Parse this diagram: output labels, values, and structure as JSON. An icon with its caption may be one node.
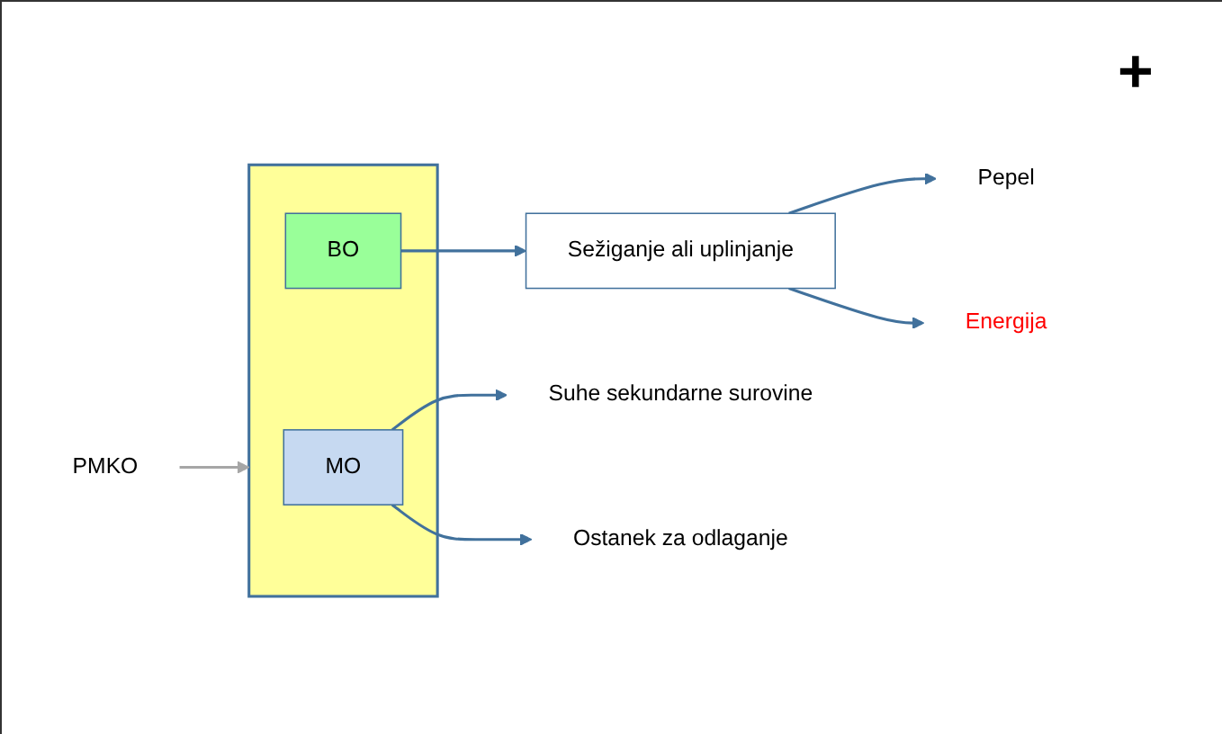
{
  "diagram": {
    "nodes": [
      {
        "text": [
          "PMKO"
        ]
      },
      {
        "text": [],
        "shape": "box"
      },
      {
        "text": [
          "MO"
        ],
        "in": 1
      },
      {
        "text": [
          "BO"
        ],
        "in": 1
      },
      {
        "text": [
          "Sežiganje ali uplinjanje"
        ]
      },
      {
        "text": [
          "Suhe sekundarne surovine"
        ]
      },
      {
        "text": [
          "Ostanek za odlaganje"
        ]
      },
      {
        "text": [
          "Pepel"
        ]
      },
      {
        "text": [
          "Energija"
        ]
      }
    ],
    "edges": [
      {
        "from": 0,
        "to": 1,
        "arrow": "to",
        "color": "#a6a6a6"
      },
      {
        "from": 3,
        "to": 4,
        "arrow": "to"
      },
      {
        "from": 2,
        "to": 5,
        "arrow": "to"
      },
      {
        "from": 2,
        "to": 6,
        "arrow": "to"
      },
      {
        "from": 4,
        "to": 7,
        "arrow": "to"
      },
      {
        "from": 4,
        "to": 8,
        "arrow": "to"
      }
    ],
    "labels": [
      "+"
    ]
  }
}
